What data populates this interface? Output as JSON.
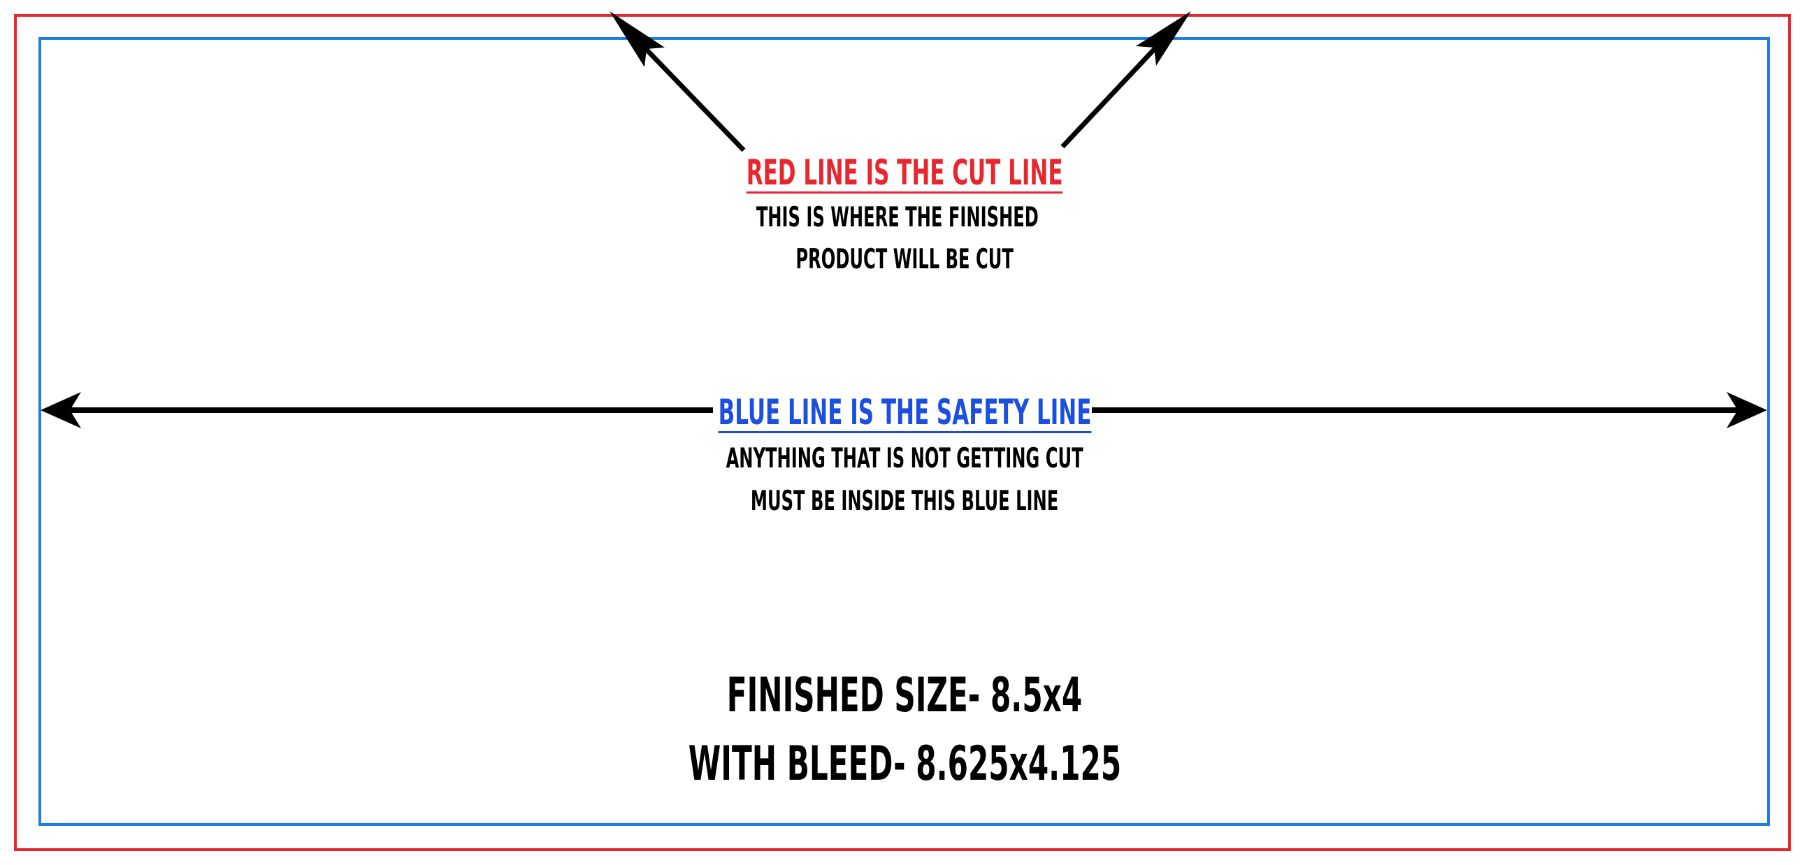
{
  "colors": {
    "cut_line": "#e8262d",
    "safety_line": "#1d7fe0",
    "safety_text": "#1a4fe0",
    "arrow": "#000000"
  },
  "cut_line": {
    "heading": "RED LINE IS THE CUT LINE",
    "description_line_1": "THIS IS WHERE THE FINISHED",
    "description_line_2": "PRODUCT WILL BE CUT"
  },
  "safety_line": {
    "heading": "BLUE LINE IS THE SAFETY LINE",
    "description_line_1": "ANYTHING THAT IS NOT GETTING CUT",
    "description_line_2": "MUST BE INSIDE THIS BLUE LINE"
  },
  "sizes": {
    "finished": "FINISHED SIZE- 8.5x4",
    "with_bleed": "WITH BLEED- 8.625x4.125"
  }
}
